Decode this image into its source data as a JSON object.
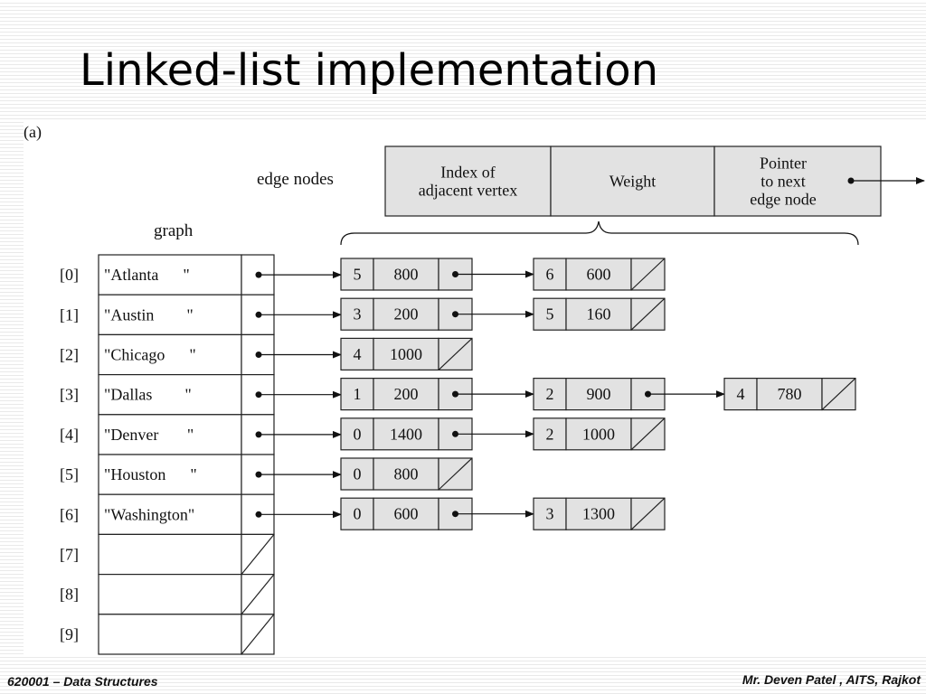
{
  "slide": {
    "title": "Linked-list implementation",
    "course": "620001 – Data Structures",
    "author": "Mr. Deven Patel , AITS, Rajkot"
  },
  "diagram": {
    "part_label": "(a)",
    "graph_label": "graph",
    "edge_nodes_label": "edge nodes",
    "legend_fields": [
      {
        "lines": [
          "Index of",
          "adjacent vertex"
        ]
      },
      {
        "lines": [
          "Weight"
        ]
      },
      {
        "lines": [
          "Pointer",
          "to next",
          "edge node"
        ]
      }
    ],
    "vertices": [
      {
        "index": "[0]",
        "name": "\"Atlanta      \"",
        "edges": [
          {
            "vertex": "5",
            "weight": "800"
          },
          {
            "vertex": "6",
            "weight": "600"
          }
        ]
      },
      {
        "index": "[1]",
        "name": "\"Austin        \"",
        "edges": [
          {
            "vertex": "3",
            "weight": "200"
          },
          {
            "vertex": "5",
            "weight": "160"
          }
        ]
      },
      {
        "index": "[2]",
        "name": "\"Chicago      \"",
        "edges": [
          {
            "vertex": "4",
            "weight": "1000"
          }
        ]
      },
      {
        "index": "[3]",
        "name": "\"Dallas        \"",
        "edges": [
          {
            "vertex": "1",
            "weight": "200"
          },
          {
            "vertex": "2",
            "weight": "900"
          },
          {
            "vertex": "4",
            "weight": "780"
          }
        ]
      },
      {
        "index": "[4]",
        "name": "\"Denver       \"",
        "edges": [
          {
            "vertex": "0",
            "weight": "1400"
          },
          {
            "vertex": "2",
            "weight": "1000"
          }
        ]
      },
      {
        "index": "[5]",
        "name": "\"Houston      \"",
        "edges": [
          {
            "vertex": "0",
            "weight": "800"
          }
        ]
      },
      {
        "index": "[6]",
        "name": "\"Washington\"",
        "edges": [
          {
            "vertex": "0",
            "weight": "600"
          },
          {
            "vertex": "3",
            "weight": "1300"
          }
        ]
      },
      {
        "index": "[7]",
        "name": "",
        "edges": []
      },
      {
        "index": "[8]",
        "name": "",
        "edges": []
      },
      {
        "index": "[9]",
        "name": "",
        "edges": []
      }
    ],
    "colors": {
      "cell_fill": "#e2e2e2",
      "stroke": "#222222",
      "background": "#ffffff"
    }
  }
}
